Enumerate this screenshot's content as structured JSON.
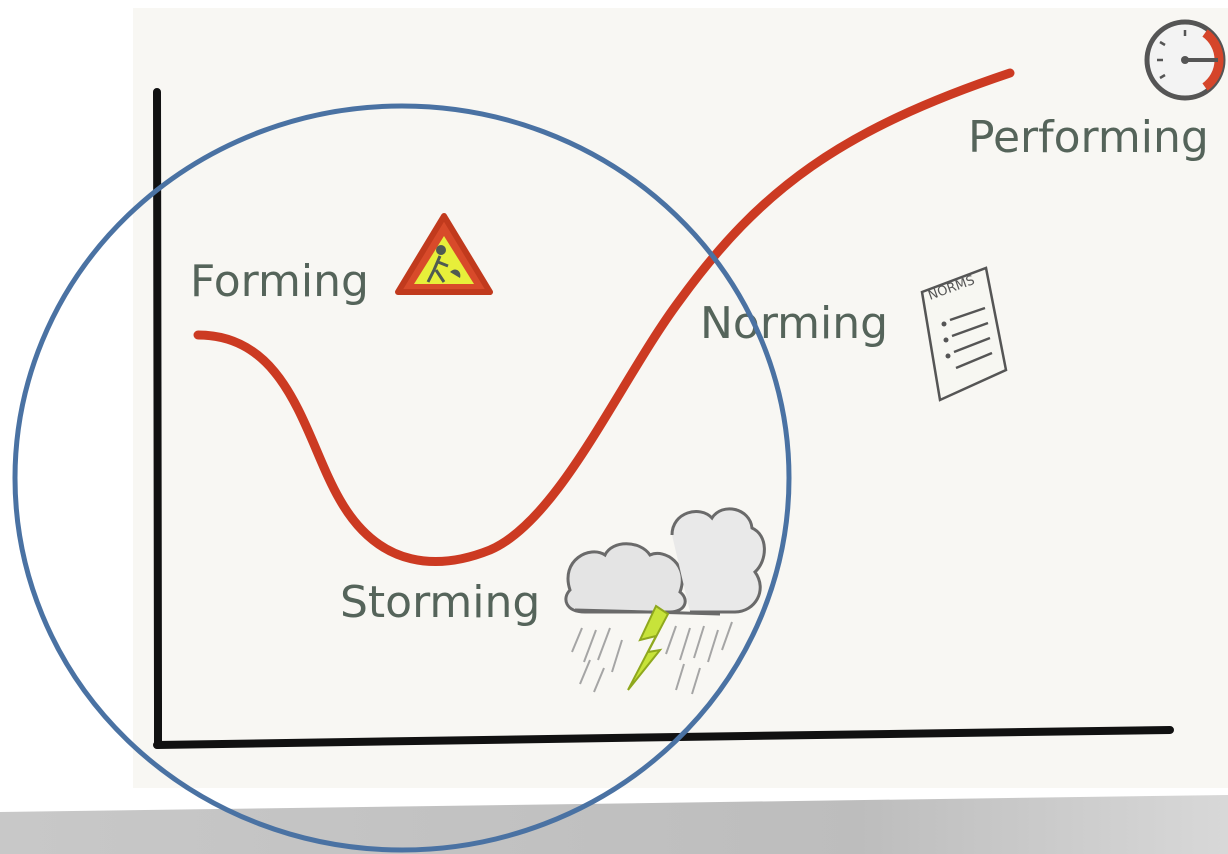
{
  "stages": {
    "forming": "Forming",
    "storming": "Storming",
    "norming": "Norming",
    "performing": "Performing"
  },
  "icons": {
    "forming": "construction-sign-icon",
    "storming": "storm-cloud-icon",
    "norming": "norms-document-icon",
    "performing": "speedometer-icon"
  },
  "norms_doc_text": "NORMS",
  "colors": {
    "curve": "#cc3a22",
    "axes": "#111111",
    "text": "#55645a",
    "highlight_circle": "#4a72a3",
    "board": "#f8f7f3"
  }
}
